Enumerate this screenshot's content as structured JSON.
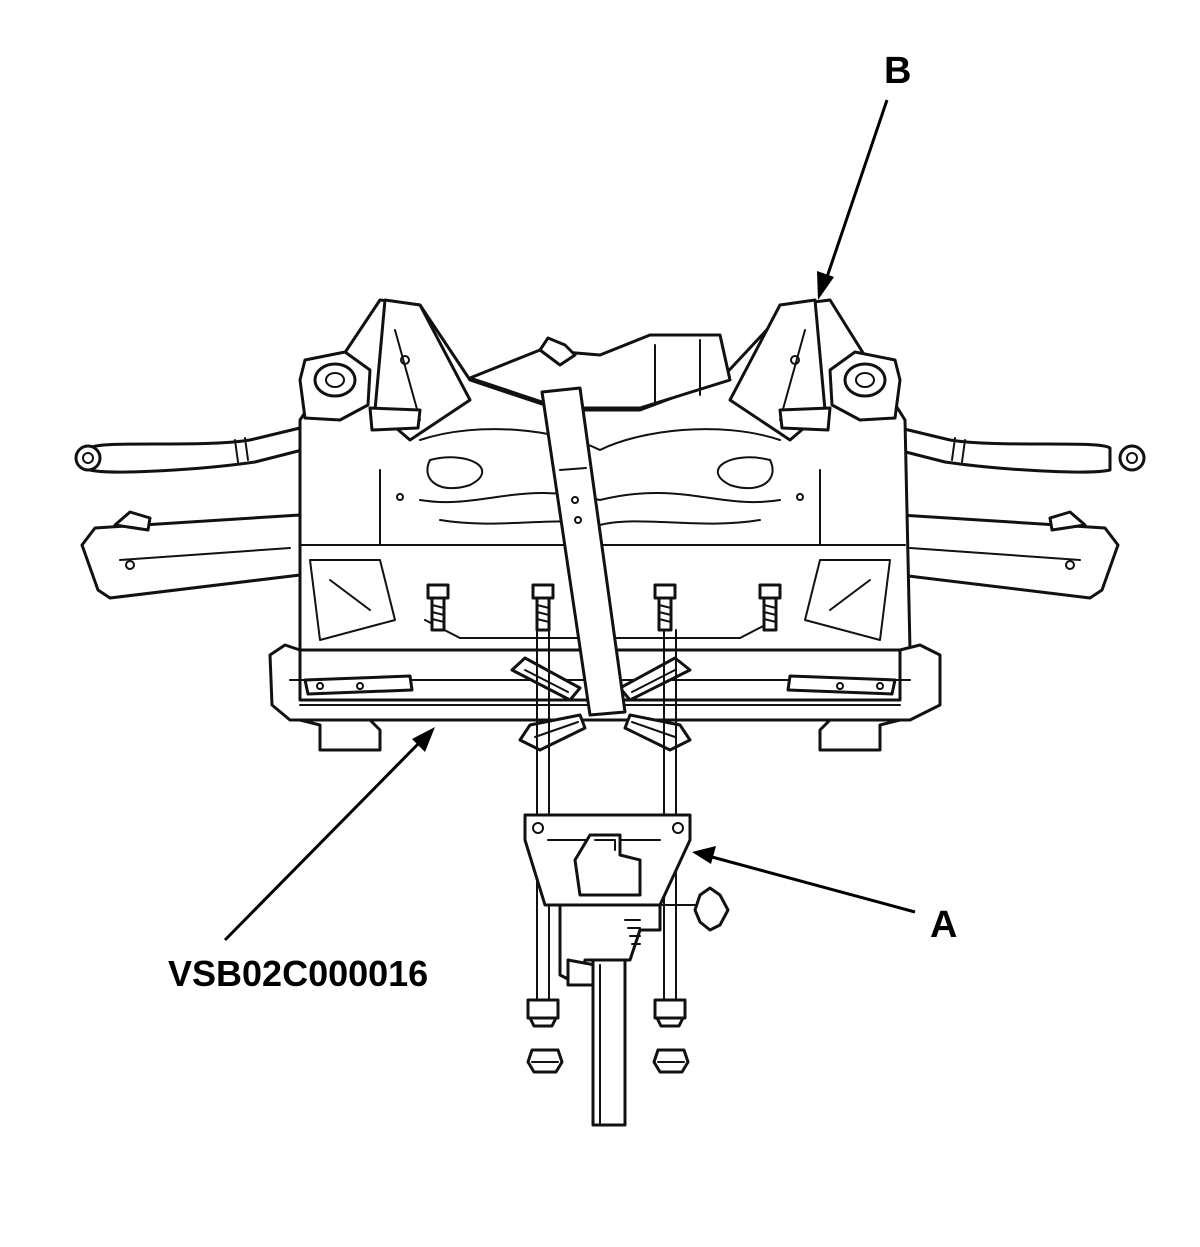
{
  "diagram": {
    "callouts": {
      "b": "B",
      "a": "A",
      "tool_code": "VSB02C000016"
    },
    "colors": {
      "line": "#111111",
      "background": "#ffffff"
    }
  }
}
